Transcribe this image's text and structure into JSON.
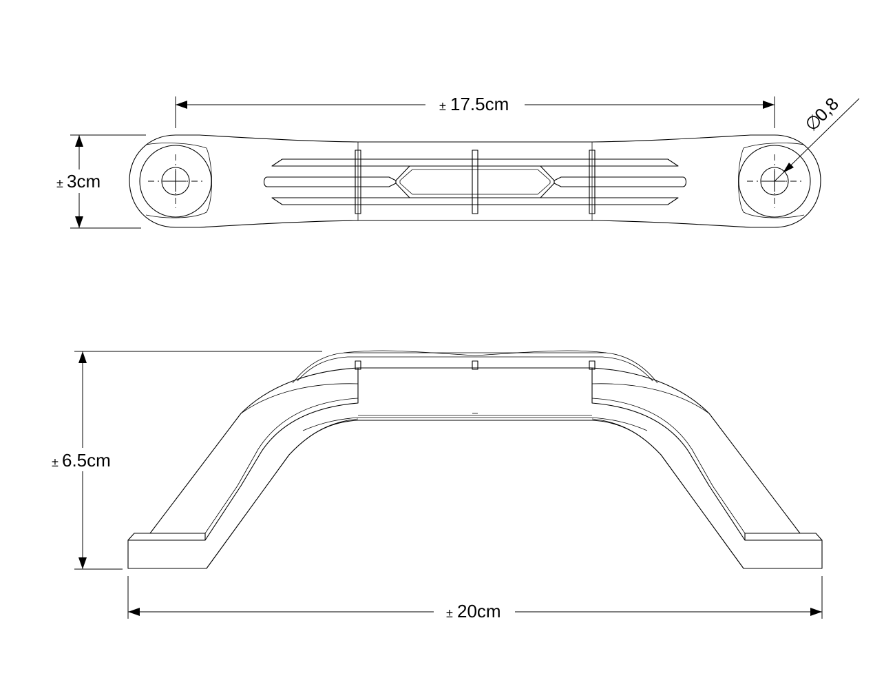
{
  "dimensions": {
    "top_width": {
      "symbol": "±",
      "value": "17.5cm"
    },
    "top_height": {
      "symbol": "±",
      "value": "3cm"
    },
    "hole_diameter": {
      "symbol": "∅",
      "value": "0,8"
    },
    "side_height": {
      "symbol": "±",
      "value": "6.5cm"
    },
    "side_width": {
      "symbol": "±",
      "value": "20cm"
    }
  }
}
